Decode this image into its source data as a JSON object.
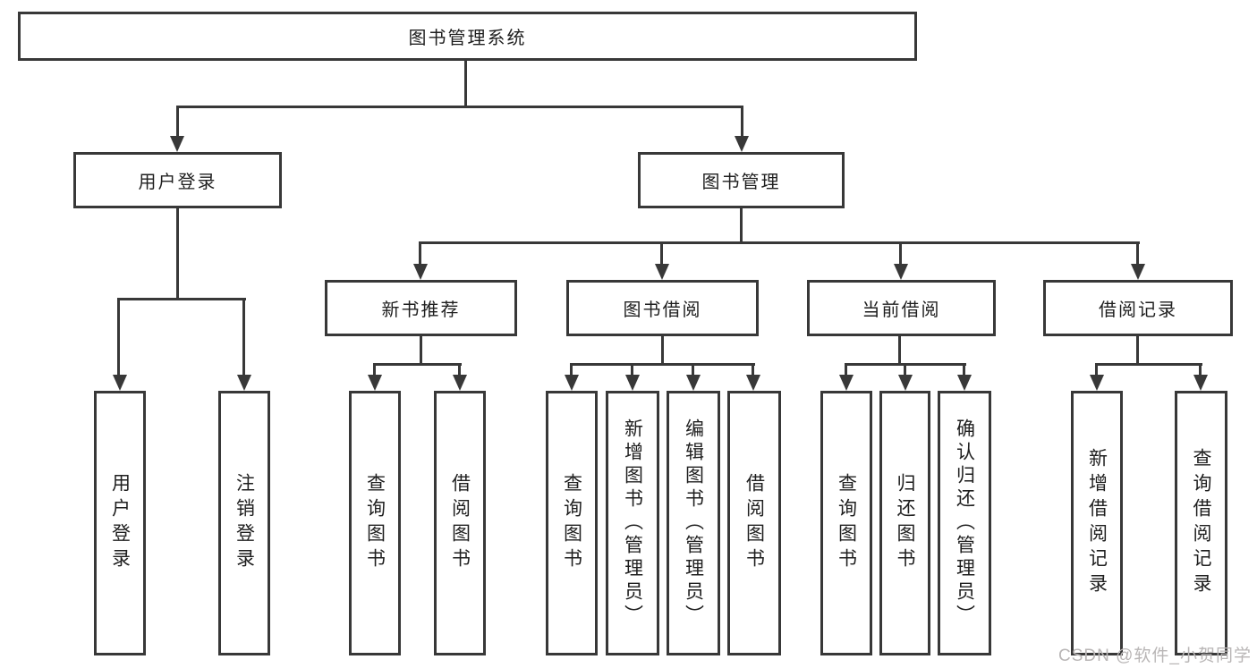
{
  "tree": {
    "root": {
      "label": "图书管理系统",
      "children": [
        {
          "label": "用户登录",
          "children": [
            {
              "label": "用户登录"
            },
            {
              "label": "注销登录"
            }
          ]
        },
        {
          "label": "图书管理",
          "children": [
            {
              "label": "新书推荐",
              "children": [
                {
                  "label": "查询图书"
                },
                {
                  "label": "借阅图书"
                }
              ]
            },
            {
              "label": "图书借阅",
              "children": [
                {
                  "label": "查询图书"
                },
                {
                  "label": "新增图书（管理员）"
                },
                {
                  "label": "编辑图书（管理员）"
                },
                {
                  "label": "借阅图书"
                }
              ]
            },
            {
              "label": "当前借阅",
              "children": [
                {
                  "label": "查询图书"
                },
                {
                  "label": "归还图书"
                },
                {
                  "label": "确认归还（管理员）"
                }
              ]
            },
            {
              "label": "借阅记录",
              "children": [
                {
                  "label": "新增借阅记录"
                },
                {
                  "label": "查询借阅记录"
                }
              ]
            }
          ]
        }
      ]
    }
  },
  "watermark": {
    "text": "CSDN @软件_小贺同学"
  },
  "colors": {
    "line": "#383838",
    "text": "#1f1f1f",
    "watermark": "#b9b6b6",
    "background": "#ffffff"
  }
}
